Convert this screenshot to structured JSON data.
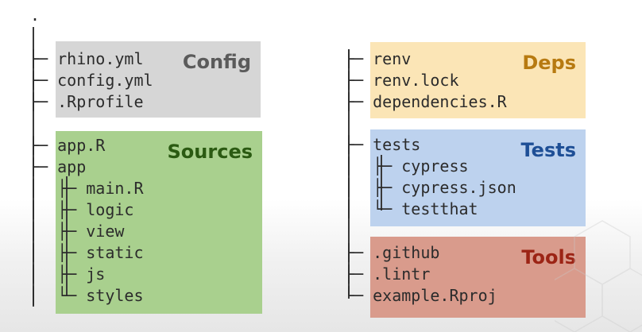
{
  "root_marker": ".",
  "panels": [
    {
      "key": "config",
      "title": "Config",
      "bg": "#d6d6d6",
      "title_color": "#5b5b5b"
    },
    {
      "key": "sources",
      "title": "Sources",
      "bg": "#a9d08e",
      "title_color": "#2b5a12"
    },
    {
      "key": "deps",
      "title": "Deps",
      "bg": "#fbe5b6",
      "title_color": "#b77a11"
    },
    {
      "key": "tests",
      "title": "Tests",
      "bg": "#bdd2ee",
      "title_color": "#1e4f96"
    },
    {
      "key": "tools",
      "title": "Tools",
      "bg": "#d99b8c",
      "title_color": "#9c2415"
    }
  ],
  "left_tree": [
    "├─ rhino.yml",
    "├─ config.yml",
    "├─ .Rprofile",
    "├─ app.R",
    "├─ app",
    "│  ├─ main.R",
    "│  ├─ logic",
    "│  ├─ view",
    "│  ├─ static",
    "│  ├─ js",
    "│  └─ styles"
  ],
  "right_tree": [
    "├─ renv",
    "├─ renv.lock",
    "├─ dependencies.R",
    "├─ tests",
    "│  ├─ cypress",
    "│  ├─ cypress.json",
    "│  └─ testthat",
    "├─ .github",
    "├─ .lintr",
    "└─ example.Rproj"
  ]
}
